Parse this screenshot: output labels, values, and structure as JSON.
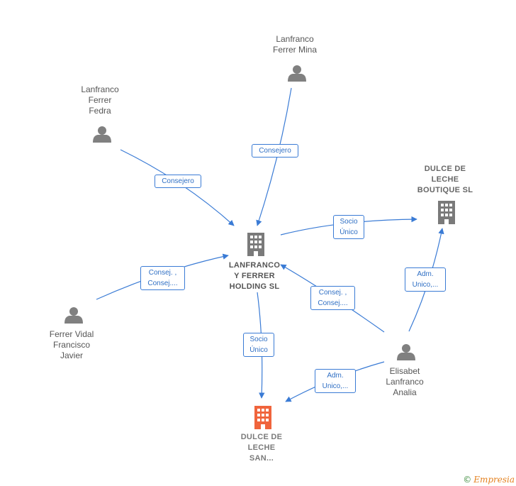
{
  "nodes": {
    "lanfranco_mina": {
      "label": "Lanfranco\nFerrer Mina",
      "icon": "person-icon"
    },
    "lanfranco_fedra": {
      "label": "Lanfranco\nFerrer\nFedra",
      "icon": "person-icon"
    },
    "holding": {
      "label": "LANFRANCO\nY FERRER\nHOLDING  SL",
      "icon": "building-icon"
    },
    "boutique": {
      "label": "DULCE DE\nLECHE\nBOUTIQUE  SL",
      "icon": "building-icon"
    },
    "ferrer_vidal": {
      "label": "Ferrer Vidal\nFrancisco\nJavier",
      "icon": "person-icon"
    },
    "elisabet": {
      "label": "Elisabet\nLanfranco\nAnalia",
      "icon": "person-icon"
    },
    "dulce_san": {
      "label": "DULCE DE\nLECHE\nSAN...",
      "icon": "building-icon"
    }
  },
  "edges": {
    "mina_holding": "Consejero",
    "fedra_holding": "Consejero",
    "holding_boutique": "Socio\nÚnico",
    "vidal_holding": "Consej. ,\nConsej....",
    "elisabet_holding": "Consej. ,\nConsej....",
    "elisabet_boutique": "Adm.\nUnico,...",
    "holding_dulce": "Socio\nÚnico",
    "elisabet_dulce": "Adm.\nUnico,..."
  },
  "colors": {
    "edge": "#3a7bd5",
    "person": "#808080",
    "company": "#808080",
    "focus": "#f0643c"
  },
  "footer": {
    "copyright": "©",
    "brand": "Empresia"
  }
}
